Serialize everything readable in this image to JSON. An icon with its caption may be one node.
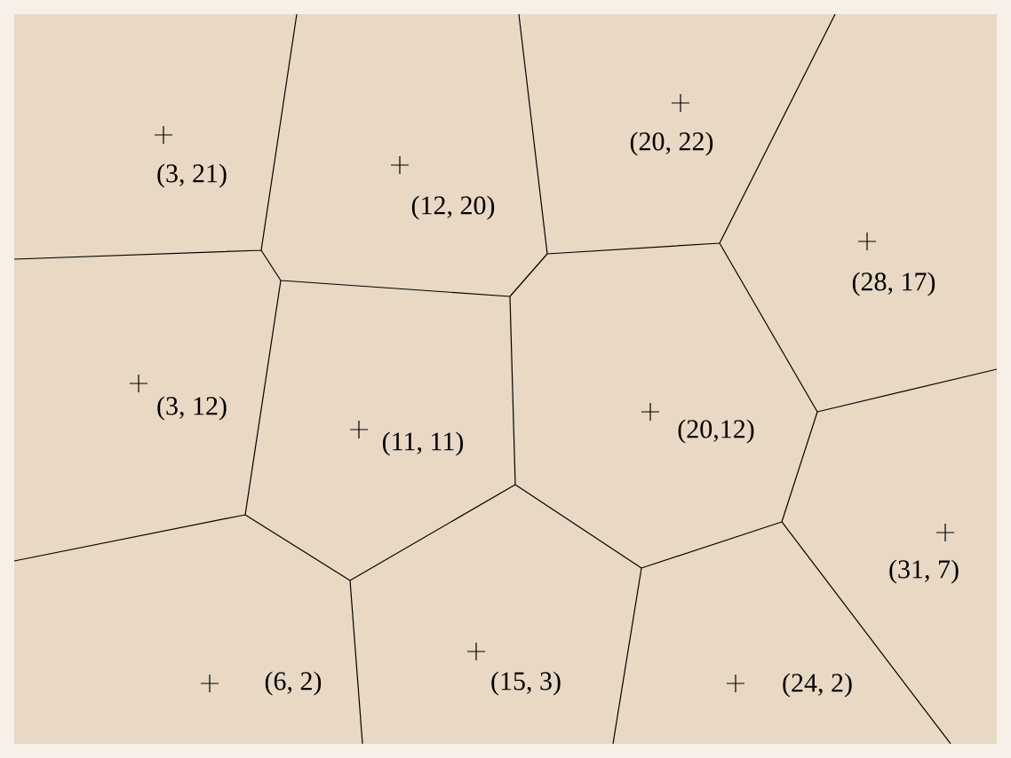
{
  "diagram": {
    "labels": [
      "(3, 21)",
      "(12, 20)",
      "(20, 22)",
      "(28, 17)",
      "(3, 12)",
      "(11, 11)",
      "(20,12)",
      "(31, 7)",
      "(6, 2)",
      "(15, 3)",
      "(24, 2)"
    ]
  }
}
